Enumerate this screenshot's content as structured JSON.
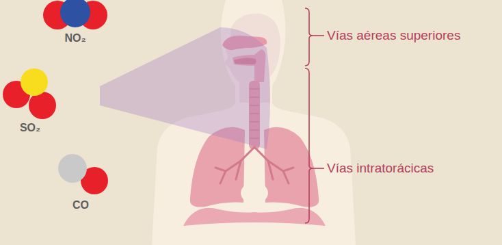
{
  "diagram": {
    "labels": [
      "NO₂",
      "SO₂",
      "CO",
      "Vías aéreas superiores",
      "Vías intratorácicas"
    ]
  }
}
